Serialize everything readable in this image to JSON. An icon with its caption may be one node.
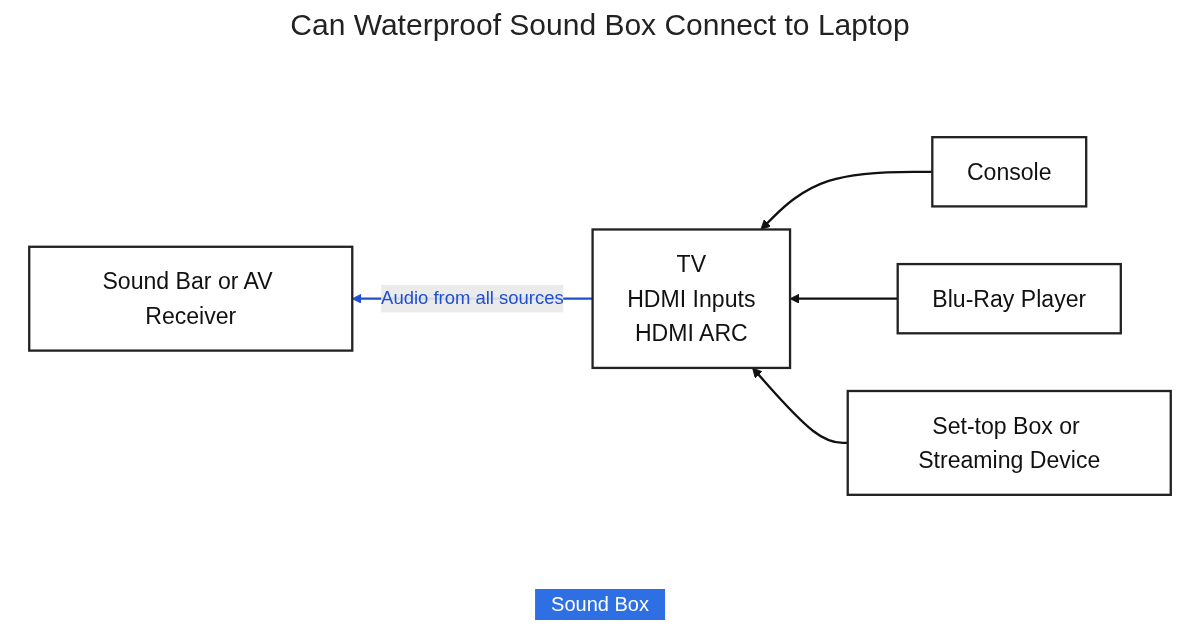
{
  "diagram": {
    "title": "Can Waterproof Sound Box Connect to Laptop",
    "nodes": [
      {
        "text": [
          "TV",
          "HDMI Inputs",
          "HDMI ARC"
        ]
      },
      {
        "text": [
          "Console"
        ]
      },
      {
        "text": [
          "Blu-Ray Player"
        ]
      },
      {
        "text": [
          "Set-top Box or Streaming Device"
        ]
      },
      {
        "text": [
          "Sound Bar or AV Receiver"
        ]
      }
    ],
    "edges": [
      {
        "from": 1,
        "to": 0,
        "arrow": "to"
      },
      {
        "from": 2,
        "to": 0,
        "arrow": "to"
      },
      {
        "from": 3,
        "to": 0,
        "arrow": "to"
      },
      {
        "from": 0,
        "to": 4,
        "arrow": "to",
        "label": "Audio from all sources",
        "color": "#1f4fd1"
      }
    ],
    "labels": [
      "Sound Box"
    ]
  }
}
